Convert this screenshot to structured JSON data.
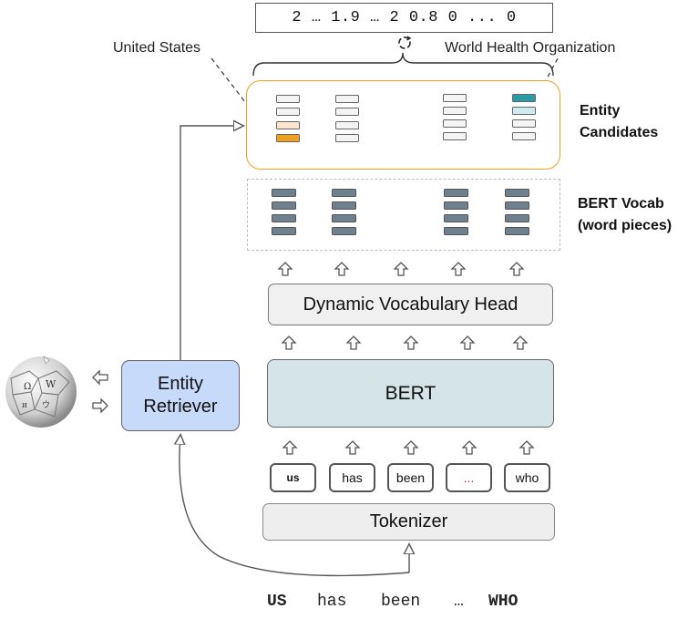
{
  "scores": "2 … 1.9 … 2 0.8 0 ... 0",
  "annotations": {
    "united_states": "United States",
    "who_org": "World Health Organization"
  },
  "side_labels": {
    "entity_candidates": [
      "Entity",
      "Candidates"
    ],
    "bert_vocab": [
      "BERT Vocab",
      "(word pieces)"
    ]
  },
  "boxes": {
    "dynamic_head": "Dynamic Vocabulary Head",
    "bert": "BERT",
    "retriever": [
      "Entity",
      "Retriever"
    ],
    "tokenizer": "Tokenizer"
  },
  "tokens": [
    "us",
    "has",
    "been",
    "...",
    "who"
  ],
  "input_words": [
    "US",
    "has",
    "been",
    "…",
    "WHO"
  ],
  "colors": {
    "candidate_border": "#f0a020",
    "bert_fill": "#d5e4e6",
    "retriever_fill": "#c8dafa",
    "vocab_bar": "#6f808f",
    "us_highlight": "#f0a020",
    "who_highlight": "#2a9aa6"
  },
  "icons": {
    "wikipedia": "wikipedia-globe-icon",
    "refresh": "refresh-icon"
  }
}
